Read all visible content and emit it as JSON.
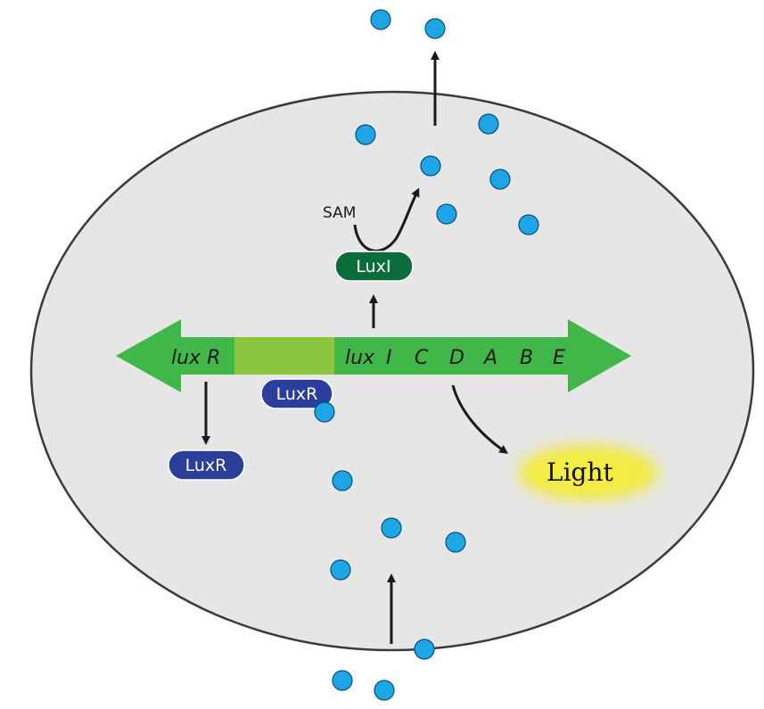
{
  "gene": {
    "left_label": "lux R",
    "right_prefix": "lux",
    "operon_letters": [
      "I",
      "C",
      "D",
      "A",
      "B",
      "E"
    ]
  },
  "proteins": {
    "luxI": "LuxI",
    "luxR_bound": "LuxR",
    "luxR_free": "LuxR"
  },
  "labels": {
    "sam": "SAM",
    "light": "Light"
  },
  "colors": {
    "cell_fill": "#e6e6e6",
    "cell_stroke": "#3a3a3a",
    "gene_arrow": "#41b649",
    "promoter": "#8cc63f",
    "luxI_fill": "#0b6e3a",
    "luxR_fill": "#2b3f9a",
    "autoinducer": "#1ea5e6",
    "light_glow": "#f2ea3a"
  }
}
